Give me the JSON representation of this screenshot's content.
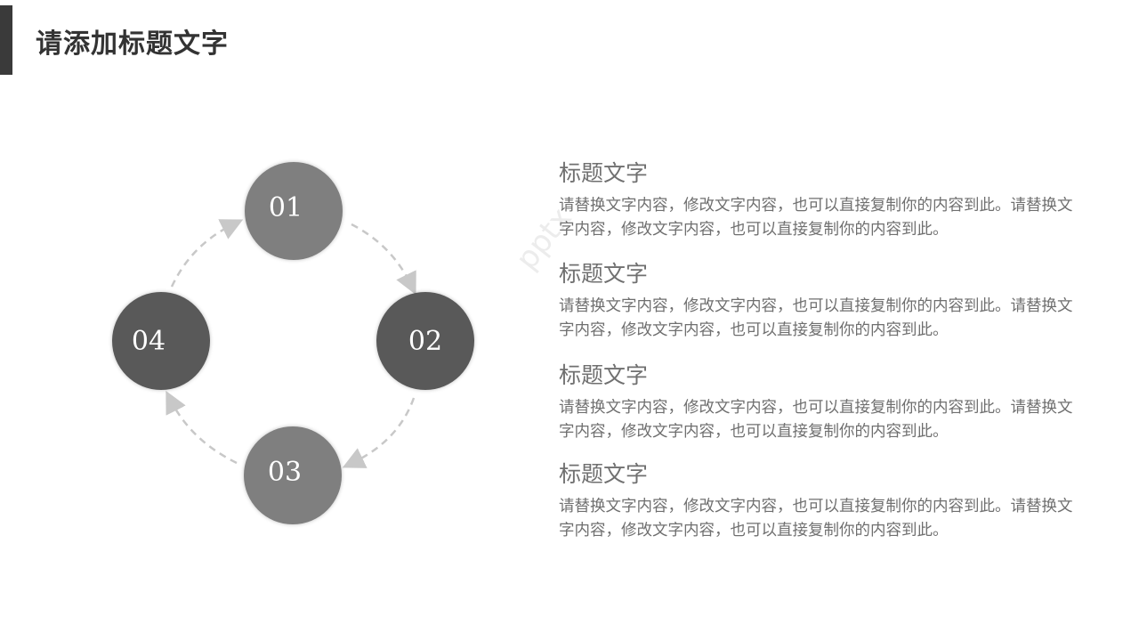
{
  "page": {
    "title": "请添加标题文字",
    "accent_color": "#3a3a3a"
  },
  "diagram": {
    "nodes": [
      {
        "label": "01",
        "color": "#7f7f7f"
      },
      {
        "label": "02",
        "color": "#595959"
      },
      {
        "label": "03",
        "color": "#7f7f7f"
      },
      {
        "label": "04",
        "color": "#595959"
      }
    ],
    "arrow_color": "#c8c8c8"
  },
  "items": [
    {
      "title": "标题文字",
      "desc": "请替换文字内容，修改文字内容，也可以直接复制你的内容到此。请替换文字内容，修改文字内容，也可以直接复制你的内容到此。"
    },
    {
      "title": "标题文字",
      "desc": "请替换文字内容，修改文字内容，也可以直接复制你的内容到此。请替换文字内容，修改文字内容，也可以直接复制你的内容到此。"
    },
    {
      "title": "标题文字",
      "desc": "请替换文字内容，修改文字内容，也可以直接复制你的内容到此。请替换文字内容，修改文字内容，也可以直接复制你的内容到此。"
    },
    {
      "title": "标题文字",
      "desc": "请替换文字内容，修改文字内容，也可以直接复制你的内容到此。请替换文字内容，修改文字内容，也可以直接复制你的内容到此。"
    }
  ],
  "watermark": "pptx"
}
